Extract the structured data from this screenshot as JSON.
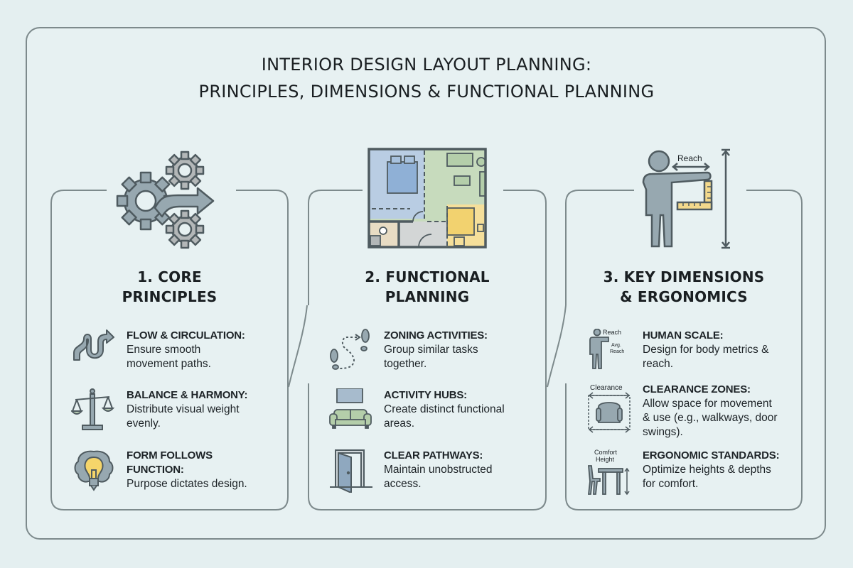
{
  "title": {
    "line1": "INTERIOR DESIGN LAYOUT PLANNING:",
    "line2": "PRINCIPLES, DIMENSIONS & FUNCTIONAL PLANNING"
  },
  "colors": {
    "background": "#e4eff0",
    "border": "#7d8a8c",
    "icon_gray": "#8fa1aa",
    "icon_stroke": "#4f5b60",
    "bedroom_blue": "#b9cde3",
    "living_green": "#c7dbbd",
    "kitchen_yellow": "#f5df9a",
    "bath_tan": "#e8dcc4",
    "hall_gray": "#d3d6d6",
    "ruler_yellow": "#f3d98c",
    "bulb_yellow": "#f5d56a"
  },
  "panels": [
    {
      "number": "1.",
      "title_line1": "1. CORE",
      "title_line2": "PRINCIPLES",
      "hero_icon": "gears-arrow-icon",
      "items": [
        {
          "icon": "winding-path-icon",
          "heading": "FLOW & CIRCULATION:",
          "desc_lines": [
            "Ensure smooth",
            "movement paths."
          ]
        },
        {
          "icon": "balance-scale-icon",
          "heading": "BALANCE & HARMONY:",
          "desc_lines": [
            "Distribute visual weight",
            "evenly."
          ]
        },
        {
          "icon": "brain-bulb-icon",
          "heading_lines": [
            "FORM FOLLOWS",
            "FUNCTION:"
          ],
          "desc_lines": [
            "Purpose dictates design."
          ]
        }
      ]
    },
    {
      "number": "2.",
      "title_line1": "2. FUNCTIONAL",
      "title_line2": "PLANNING",
      "hero_icon": "floor-plan-icon",
      "items": [
        {
          "icon": "footsteps-icon",
          "heading": "ZONING ACTIVITIES:",
          "desc_lines": [
            "Group similar tasks",
            "together."
          ]
        },
        {
          "icon": "sofa-tv-icon",
          "heading": "ACTIVITY HUBS:",
          "desc_lines": [
            "Create distinct functional",
            "areas."
          ]
        },
        {
          "icon": "open-door-icon",
          "heading": "CLEAR PATHWAYS:",
          "desc_lines": [
            "Maintain unobstructed",
            "access."
          ]
        }
      ]
    },
    {
      "number": "3.",
      "title_line1": "3. KEY DIMENSIONS",
      "title_line2": "& ERGONOMICS",
      "hero_icon": "human-reach-icon",
      "hero_label": "Reach",
      "items": [
        {
          "icon": "human-scale-icon",
          "icon_labels": [
            "Reach",
            "Avg.",
            "Reach"
          ],
          "heading": "HUMAN SCALE:",
          "desc_lines": [
            "Design for body metrics &",
            "reach."
          ]
        },
        {
          "icon": "clearance-chair-icon",
          "icon_labels": [
            "Clearance"
          ],
          "heading": "CLEARANCE ZONES:",
          "desc_lines": [
            "Allow space for movement",
            "& use (e.g., walkways, door",
            "swings)."
          ]
        },
        {
          "icon": "chair-table-height-icon",
          "icon_labels": [
            "Comfort",
            "Height"
          ],
          "heading": "ERGONOMIC STANDARDS:",
          "desc_lines": [
            "Optimize heights & depths",
            "for comfort."
          ]
        }
      ]
    }
  ]
}
